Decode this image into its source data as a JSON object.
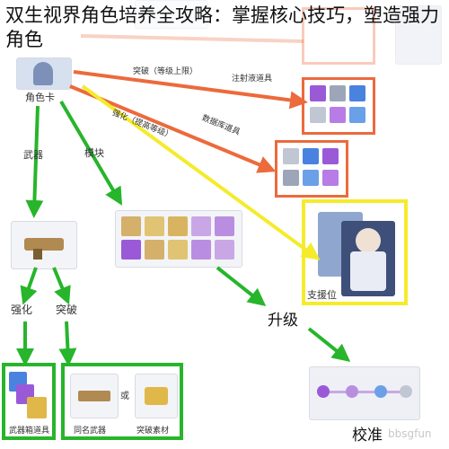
{
  "title": "双生视界角色培养全攻略：掌握核心技巧，塑造强力角色",
  "labels": {
    "character_card": "角色卡",
    "weapon_branch": "武器",
    "module_branch": "模块",
    "breakthrough_top": "突破（等级上限）",
    "injection_items": "注射液道具",
    "enhance_top": "强化（提高等级）",
    "database_items": "数据库道具",
    "support_slot": "支援位",
    "upgrade": "升级",
    "enhance_weapon": "强化",
    "breakthrough_weapon": "突破",
    "weapon_box_items": "武器箱道具",
    "same_name_weapon": "同名武器",
    "or": "或",
    "breakthrough_material": "突破素材",
    "calibration": "校准",
    "watermark": "bbsgfun"
  },
  "colors": {
    "orange": "#ec6a3c",
    "green": "#27b52b",
    "yellow": "#f5eb2c",
    "purple": "#9a5ad8",
    "blue": "#4a82e0"
  }
}
